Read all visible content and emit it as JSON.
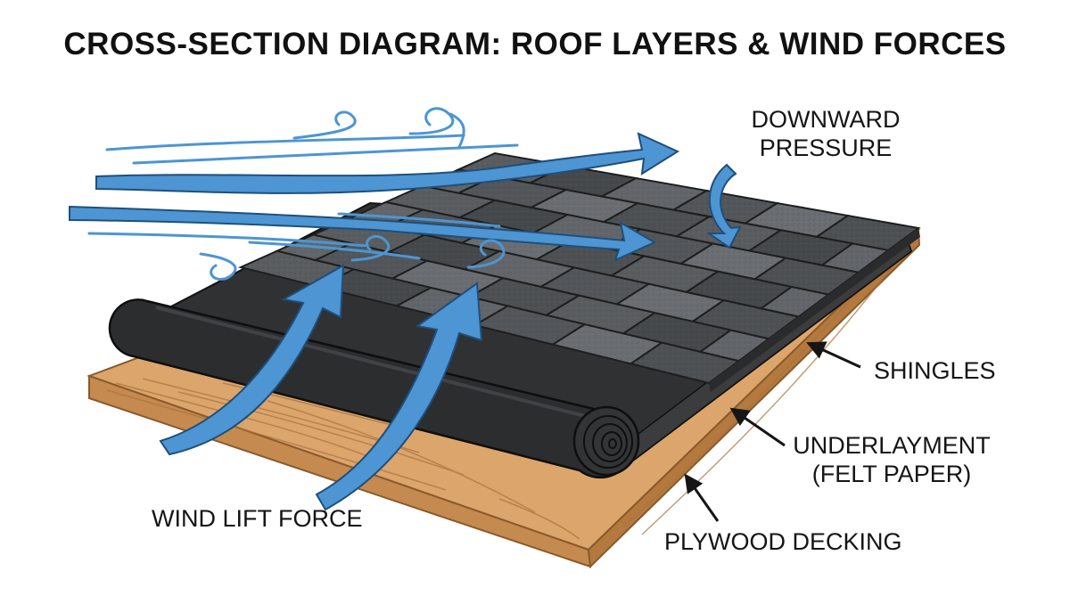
{
  "title": "CROSS-SECTION DIAGRAM: ROOF LAYERS & WIND FORCES",
  "labels": {
    "downward_pressure": [
      "DOWNWARD",
      "PRESSURE"
    ],
    "shingles": "SHINGLES",
    "underlayment": [
      "UNDERLAYMENT",
      "(FELT PAPER)"
    ],
    "plywood": "PLYWOOD DECKING",
    "wind_lift": "WIND LIFT FORCE"
  },
  "colors": {
    "wind": "#4d95d3",
    "wind_dark": "#1f4f7a",
    "shingle": "#55585b",
    "shingle_edge": "#222324",
    "felt": "#2f3133",
    "plywood": "#dca56c",
    "plywood_edge": "#b3793f",
    "arrow": "#151515"
  }
}
